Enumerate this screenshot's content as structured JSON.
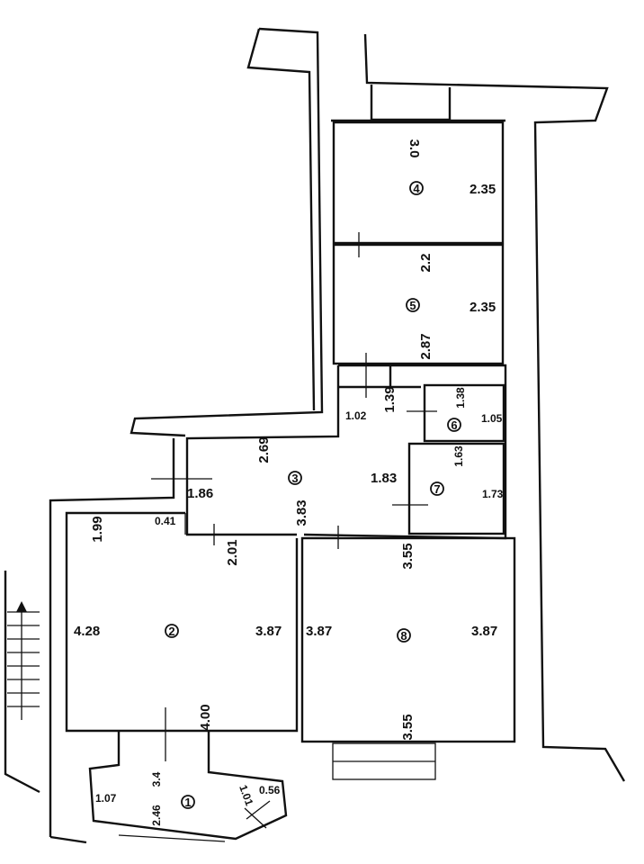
{
  "rooms": {
    "r1": {
      "number": "1",
      "dims": [
        "1.07",
        "3.4",
        "2.46",
        "1.01",
        "0.56"
      ]
    },
    "r2": {
      "number": "2",
      "dims": [
        "1.99",
        "0.41",
        "2.01",
        "4.28",
        "3.87",
        "4.00"
      ]
    },
    "r3": {
      "number": "3",
      "dims": [
        "2.69",
        "1.86",
        "3.83",
        "1.83",
        "1.02",
        "1.39"
      ]
    },
    "r4": {
      "number": "4",
      "dims": [
        "3.0",
        "2.35"
      ]
    },
    "r5": {
      "number": "5",
      "dims": [
        "2.2",
        "2.35",
        "2.87"
      ]
    },
    "r6": {
      "number": "6",
      "dims": [
        "1.38",
        "1.05"
      ]
    },
    "r7": {
      "number": "7",
      "dims": [
        "1.63",
        "1.73"
      ]
    },
    "r8": {
      "number": "8",
      "dims": [
        "3.55",
        "3.87",
        "3.87",
        "3.55"
      ]
    }
  }
}
